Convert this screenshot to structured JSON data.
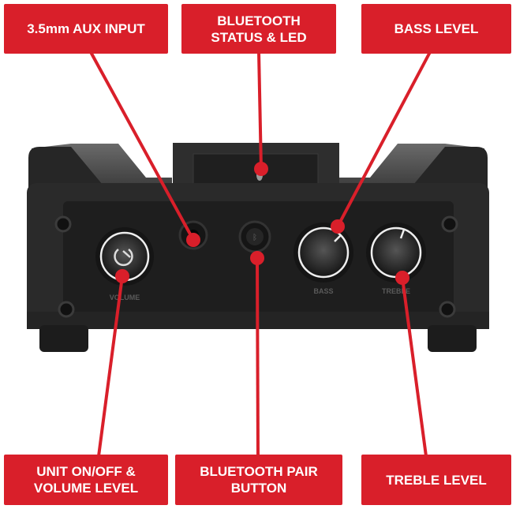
{
  "callouts": {
    "aux_input": "3.5mm AUX INPUT",
    "bt_status_line1": "BLUETOOTH",
    "bt_status_line2": "STATUS & LED",
    "bass_level": "BASS LEVEL",
    "power_volume_line1": "UNIT ON/OFF &",
    "power_volume_line2": "VOLUME LEVEL",
    "bt_pair_line1": "BLUETOOTH PAIR",
    "bt_pair_line2": "BUTTON",
    "treble_level": "TREBLE LEVEL"
  },
  "device_labels": {
    "volume": "VOLUME",
    "bass": "BASS",
    "treble": "TREBLE"
  },
  "colors": {
    "accent": "#d91f2a",
    "device": "#2b2b2b"
  }
}
